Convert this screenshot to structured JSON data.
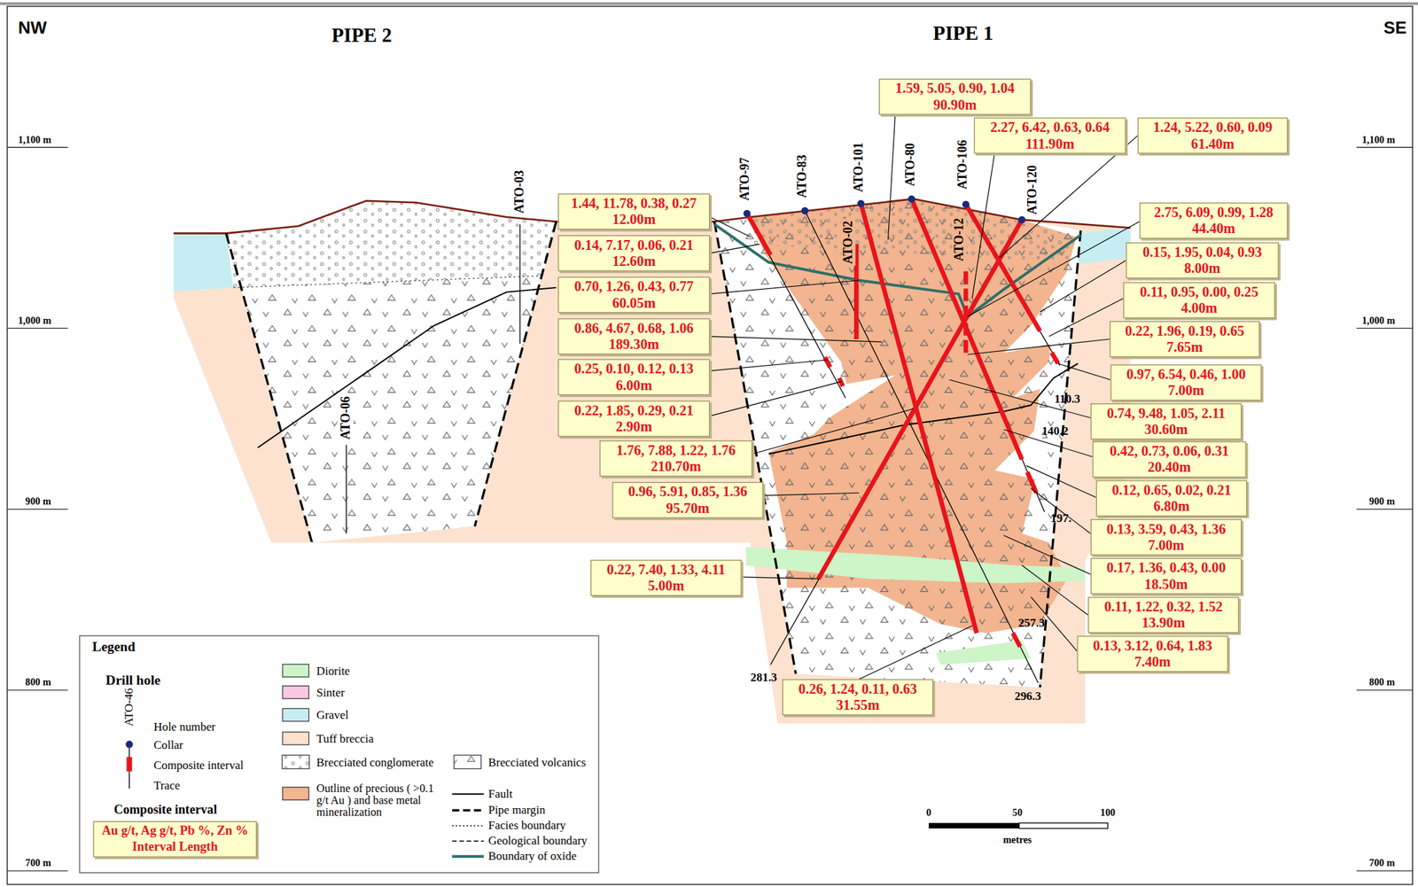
{
  "diagram": {
    "nodes": [
      {
        "text": [
          "1.59, 5.05, 0.90, 1.04",
          "90.90m"
        ]
      },
      {
        "text": [
          "2.27, 6.42, 0.63, 0.64",
          "111.90m"
        ]
      },
      {
        "text": [
          "1.24, 5.22, 0.60, 0.09",
          "61.40m"
        ]
      },
      {
        "text": [
          "1.44, 11.78, 0.38, 0.27",
          "12.00m"
        ]
      },
      {
        "text": [
          "2.75, 6.09, 0.99, 1.28",
          "44.40m"
        ]
      },
      {
        "text": [
          "0.14, 7.17, 0.06, 0.21",
          "12.60m"
        ]
      },
      {
        "text": [
          "0.15, 1.95, 0.04, 0.93",
          "8.00m"
        ]
      },
      {
        "text": [
          "0.70, 1.26, 0.43, 0.77",
          "60.05m"
        ]
      },
      {
        "text": [
          "0.11, 0.95, 0.00, 0.25",
          "4.00m"
        ]
      },
      {
        "text": [
          "0.86, 4.67, 0.68, 1.06",
          "189.30m"
        ]
      },
      {
        "text": [
          "0.22, 1.96, 0.19, 0.65",
          "7.65m"
        ]
      },
      {
        "text": [
          "0.25, 0.10, 0.12, 0.13",
          "6.00m"
        ]
      },
      {
        "text": [
          "0.97, 6.54, 0.46, 1.00",
          "7.00m"
        ]
      },
      {
        "text": [
          "0.22, 1.85, 0.29, 0.21",
          "2.90m"
        ]
      },
      {
        "text": [
          "0.74, 9.48, 1.05, 2.11",
          "30.60m"
        ]
      },
      {
        "text": [
          "1.76, 7.88, 1.22, 1.76",
          "210.70m"
        ]
      },
      {
        "text": [
          "0.42, 0.73, 0.06, 0.31",
          "20.40m"
        ]
      },
      {
        "text": [
          "0.96, 5.91, 0.85, 1.36",
          "95.70m"
        ]
      },
      {
        "text": [
          "0.12, 0.65, 0.02, 0.21",
          "6.80m"
        ]
      },
      {
        "text": [
          "0.13, 3.59, 0.43, 1.36",
          "7.00m"
        ]
      },
      {
        "text": [
          "0.17, 1.36, 0.43, 0.00",
          "18.50m"
        ]
      },
      {
        "text": [
          "0.22, 7.40, 1.33, 4.11",
          "5.00m"
        ]
      },
      {
        "text": [
          "0.11, 1.22, 0.32, 1.52",
          "13.90m"
        ]
      },
      {
        "text": [
          "0.13, 3.12, 0.64, 1.83",
          "7.40m"
        ]
      },
      {
        "text": [
          "0.26, 1.24, 0.11, 0.63",
          "31.55m"
        ]
      },
      {
        "text": [
          "Au g/t, Ag g/t, Pb %, Zn %",
          "Interval Length"
        ]
      }
    ],
    "labels": [
      "NW",
      "PIPE 2",
      "PIPE 1",
      "SE",
      "1,100 m",
      "1,000 m",
      "900 m",
      "800 m",
      "700 m",
      "1,100 m",
      "1,000 m",
      "900 m",
      "800 m",
      "700 m",
      "ATO-03",
      "ATO-06",
      "ATO-97",
      "ATO-83",
      "ATO-101",
      "ATO-80",
      "ATO-02",
      "ATO-106",
      "ATO-12",
      "ATO-120",
      "110.3",
      "140.2",
      "197.",
      "257.3",
      "281.3",
      "296.3",
      "0",
      "50",
      "100",
      "metres",
      "Legend",
      "Drill hole",
      "ATO-46",
      "Composite interval"
    ],
    "legend": [
      {
        "text": "Hole number"
      },
      {
        "text": "Collar"
      },
      {
        "text": "Composite interval"
      },
      {
        "text": "Trace"
      },
      {
        "text": "Diorite",
        "color": "#cdf5c8"
      },
      {
        "text": "Sinter",
        "color": "#f8c8e0"
      },
      {
        "text": "Gravel",
        "color": "#c6eef2"
      },
      {
        "text": "Tuff breccia",
        "color": "#fde2cf"
      },
      {
        "text": "Brecciated conglomerate"
      },
      {
        "text": "Outline of precious ( >0.1 g/t Au ) and base metal mineralization",
        "color": "#f2b58f"
      },
      {
        "text": "Brecciated volcanics"
      },
      {
        "text": "Fault"
      },
      {
        "text": "Pipe margin"
      },
      {
        "text": "Facies boundary"
      },
      {
        "text": "Geological boundary"
      },
      {
        "text": "Boundary of oxide"
      }
    ]
  }
}
